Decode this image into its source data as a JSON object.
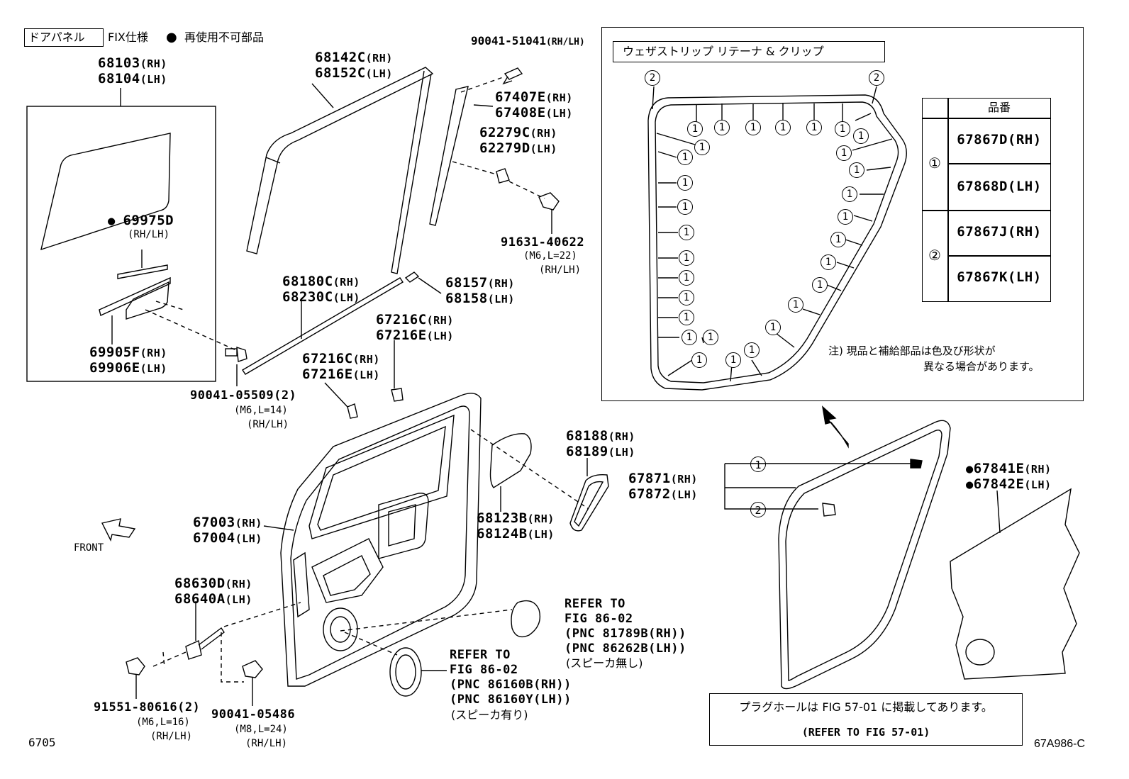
{
  "header": {
    "panel_label": "ドアパネル",
    "fix_label": "FIX仕様",
    "legend_text": "再使用不可部品"
  },
  "labels": {
    "p68103": "68103",
    "p68104": "68104",
    "p68142": "68142C",
    "p68152": "68152C",
    "p90041_51041": "90041-51041",
    "p67407": "67407E",
    "p67408": "67408E",
    "p62279c": "62279C",
    "p62279d": "62279D",
    "p91631": "91631-40622",
    "p91631_spec": "(M6,L=22)",
    "p69975": "69975D",
    "p69905": "69905F",
    "p69906": "69906E",
    "p90041_05509": "90041-05509(2)",
    "p05509_spec": "(M6,L=14)",
    "p68180": "68180C",
    "p68230": "68230C",
    "p68157": "68157",
    "p68158": "68158",
    "p67216c_a": "67216C",
    "p67216e_a": "67216E",
    "p67216c_b": "67216C",
    "p67216e_b": "67216E",
    "p68188": "68188",
    "p68189": "68189",
    "p68123": "68123B",
    "p68124": "68124B",
    "p67003": "67003",
    "p67004": "67004",
    "p68630": "68630D",
    "p68640": "68640A",
    "p91551": "91551-80616(2)",
    "p91551_spec": "(M6,L=16)",
    "p90041_05486": "90041-05486",
    "p05486_spec": "(M8,L=24)",
    "p67871": "67871",
    "p67872": "67872",
    "p67841": "67841E",
    "p67842": "67842E",
    "rh": "(RH)",
    "lh": "(LH)",
    "rhlh": "(RH/LH)",
    "front": "FRONT",
    "fig_code": "6705",
    "ref_code": "67A986-C"
  },
  "refer_upper": {
    "line1": "REFER TO",
    "line2": "FIG 86-02",
    "line3": "(PNC 81789B(RH))",
    "line4": "(PNC 86262B(LH))",
    "line5": "(スピーカ無し)"
  },
  "refer_lower": {
    "line1": "REFER TO",
    "line2": "FIG 86-02",
    "line3": "(PNC 86160B(RH))",
    "line4": "(PNC 86160Y(LH))",
    "line5": "(スピーカ有り)"
  },
  "inset": {
    "title": "ウェザストリップ リテーナ & クリップ",
    "note_line1": "注) 現品と補給部品は色及び形状が",
    "note_line2": "異なる場合があります。"
  },
  "parts_table": {
    "header": "品番",
    "rows": [
      {
        "ref": "①",
        "parts": [
          "67867D(RH)",
          "67868D(LH)"
        ]
      },
      {
        "ref": "②",
        "parts": [
          "67867J(RH)",
          "67867K(LH)"
        ]
      }
    ]
  },
  "plug_note": {
    "line1": "プラグホールは FIG 57-01 に掲載してあります。",
    "line2": "(REFER TO FIG 57-01)"
  },
  "callouts": {
    "one": "1",
    "two": "2"
  }
}
